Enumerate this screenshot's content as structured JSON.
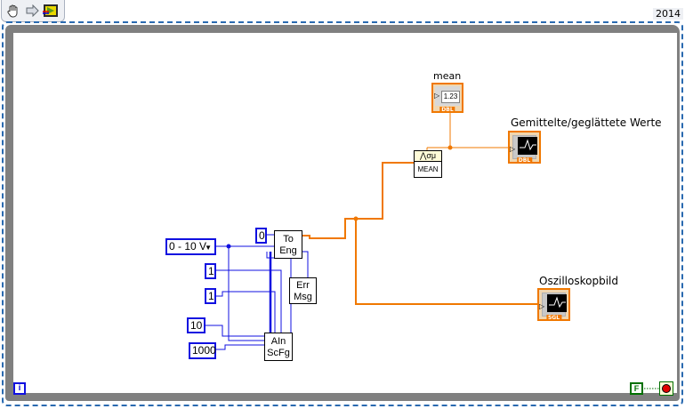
{
  "toolbar": {
    "icons": [
      "hand-tool-icon",
      "arrow-step-icon",
      "run-highlight-icon"
    ]
  },
  "version": "2014",
  "loop": {
    "type": "while-loop",
    "iteration_terminal": "i",
    "stop_constant": "F"
  },
  "controls": {
    "range_enum": "0 - 10 V",
    "const_zero": "0",
    "const_one_a": "1",
    "const_one_b": "1",
    "const_ten": "10",
    "const_thousand": "1000"
  },
  "subvis": {
    "to_eng": [
      "To",
      "Eng"
    ],
    "err_msg": [
      "Err",
      "Msg"
    ],
    "ain": [
      "AIn",
      "ScFg"
    ],
    "mean": {
      "icon": "⋀σμ",
      "label": "MEAN"
    }
  },
  "indicators": {
    "mean": {
      "label": "mean",
      "value": "1.23",
      "type": "DBL"
    },
    "smoothed": {
      "label": "Gemittelte/geglättete Werte",
      "type": "DBL"
    },
    "scope": {
      "label": "Oszilloskopbild",
      "type": "SGL"
    }
  },
  "colors": {
    "dbl_wire": "#f07800",
    "int_wire": "#1010e0",
    "bool": "#007000",
    "frame": "#808080",
    "dash": "#2a6ab0"
  }
}
